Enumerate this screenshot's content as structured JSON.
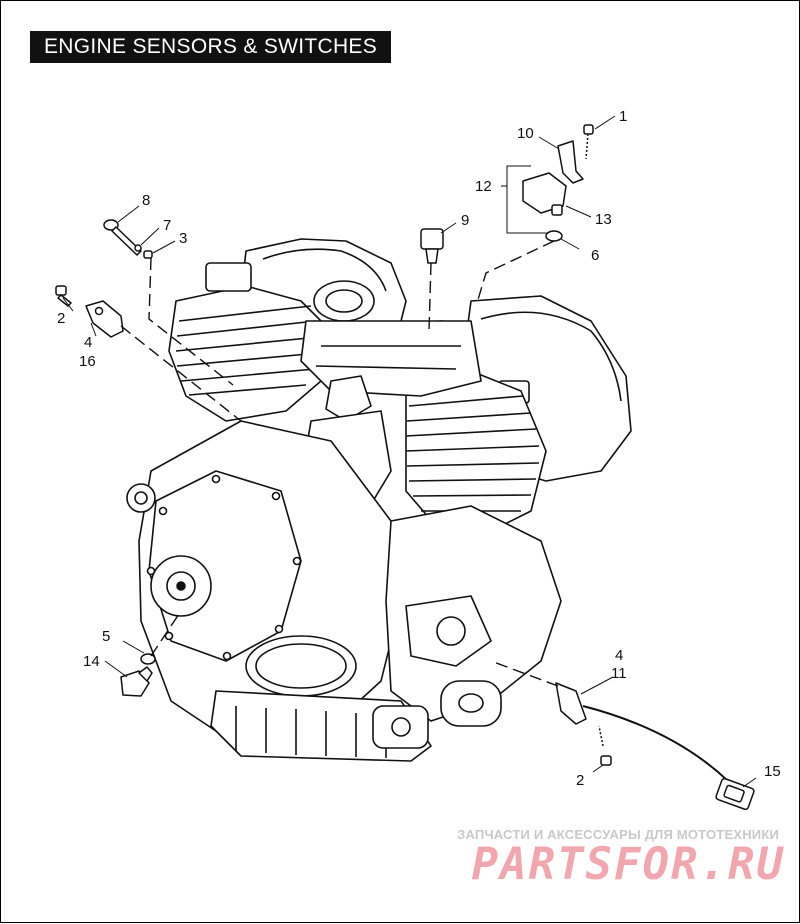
{
  "title": "ENGINE SENSORS & SWITCHES",
  "callouts": [
    {
      "id": "c1",
      "text": "1"
    },
    {
      "id": "c10",
      "text": "10"
    },
    {
      "id": "c12",
      "text": "12"
    },
    {
      "id": "c13",
      "text": "13"
    },
    {
      "id": "c9",
      "text": "9"
    },
    {
      "id": "c6",
      "text": "6"
    },
    {
      "id": "c8",
      "text": "8"
    },
    {
      "id": "c7",
      "text": "7"
    },
    {
      "id": "c3",
      "text": "3"
    },
    {
      "id": "c2a",
      "text": "2"
    },
    {
      "id": "c4a",
      "text": "4"
    },
    {
      "id": "c16",
      "text": "16"
    },
    {
      "id": "c5",
      "text": "5"
    },
    {
      "id": "c14",
      "text": "14"
    },
    {
      "id": "c4b",
      "text": "4"
    },
    {
      "id": "c11",
      "text": "11"
    },
    {
      "id": "c2b",
      "text": "2"
    },
    {
      "id": "c15",
      "text": "15"
    }
  ],
  "watermark": {
    "caption": "ЗАПЧАСТИ И АКСЕССУАРЫ ДЛЯ МОТОТЕХНИКИ",
    "logo": "PARTSFOR.RU"
  }
}
